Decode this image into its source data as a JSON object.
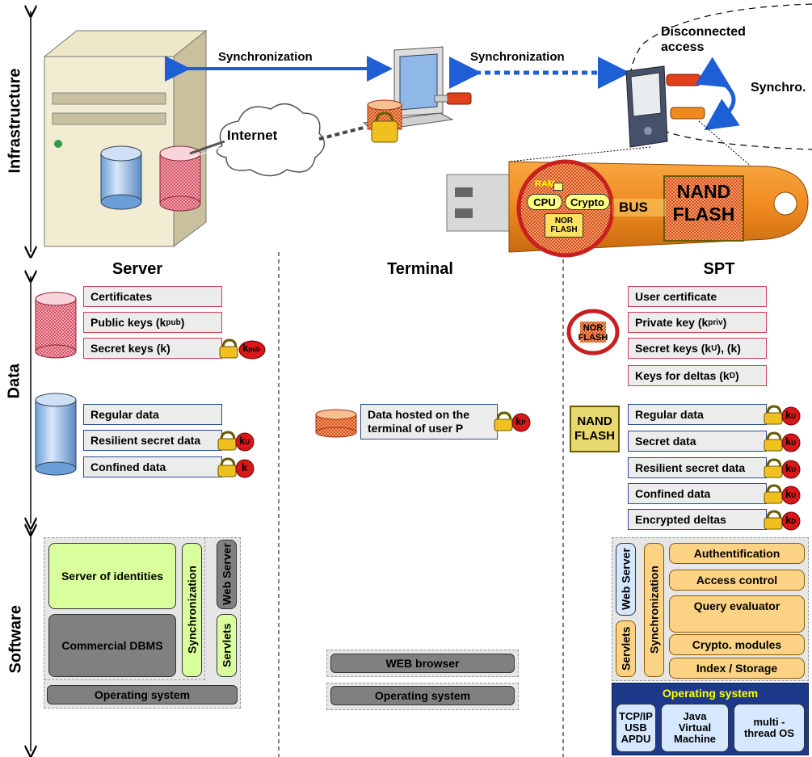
{
  "axes": {
    "infrastructure": "Infrastructure",
    "data": "Data",
    "software": "Software"
  },
  "infrastructure": {
    "sync_server_terminal": "Synchronization",
    "sync_terminal_spt": "Synchronization",
    "internet": "Internet",
    "disconnected_access": "Disconnected\naccess",
    "synchro": "Synchro.",
    "chip": {
      "ram": "RAM",
      "cpu": "CPU",
      "crypto": "Crypto",
      "nor_flash": "NOR\nFLASH",
      "bus": "BUS",
      "nand_flash": "NAND\nFLASH"
    }
  },
  "columns": {
    "server": "Server",
    "terminal": "Terminal",
    "spt": "SPT"
  },
  "server_data": {
    "certificates": "Certificates",
    "public_keys": "Public keys (k",
    "public_keys_sub": "pub",
    "public_keys_end": ")",
    "secret_keys": "Secret keys (k)",
    "secret_keys_lock_key": "k",
    "secret_keys_lock_sub": "pub",
    "regular_data": "Regular data",
    "resilient_secret_data": "Resilient secret data",
    "resilient_lock_key": "k",
    "resilient_lock_sub": "U",
    "confined_data": "Confined data",
    "confined_lock_key": "k"
  },
  "terminal_data": {
    "hosted_line1": "Data hosted on the",
    "hosted_line2": "terminal of user P",
    "lock_key": "k",
    "lock_sub": "P"
  },
  "spt_data": {
    "nor_flash": "NOR\nFLASH",
    "nand_flash": "NAND\nFLASH",
    "user_certificate": "User certificate",
    "private_key": "Private key (k",
    "private_key_sub": "priv",
    "private_key_end": ")",
    "secret_keys": "Secret keys (k",
    "secret_keys_sub": "U",
    "secret_keys_end": "), (k)",
    "keys_for_deltas": "Keys for deltas (k",
    "keys_for_deltas_sub": "D",
    "keys_for_deltas_end": ")",
    "regular_data": "Regular data",
    "secret_data": "Secret data",
    "resilient_secret_data": "Resilient secret data",
    "confined_data": "Confined data",
    "encrypted_deltas": "Encrypted deltas",
    "lock_key": "k",
    "lock_sub_u": "U",
    "lock_sub_d": "D"
  },
  "server_software": {
    "server_of_identities": "Server of identities",
    "commercial_dbms": "Commercial DBMS",
    "synchronization": "Synchronization",
    "web_server": "Web Server",
    "servlets": "Servlets",
    "operating_system": "Operating system"
  },
  "terminal_software": {
    "web_browser": "WEB browser",
    "operating_system": "Operating system"
  },
  "spt_software": {
    "web_server": "Web Server",
    "servlets": "Servlets",
    "synchronization": "Synchronization",
    "authentification": "Authentification",
    "access_control": "Access control",
    "query_evaluator": "Query evaluator",
    "crypto_modules": "Crypto. modules",
    "index_storage": "Index / Storage",
    "operating_system": "Operating system",
    "tcp_ip": "TCP/IP\nUSB\nAPDU",
    "jvm": "Java\nVirtual\nMachine",
    "multithread": "multi -\nthread OS"
  },
  "colors": {
    "red_border": "#d23a52",
    "blue_border": "#2b4b8c",
    "sync_arrow": "#1f5fd6",
    "green": "#d9ff9c",
    "orange": "#fcd384",
    "os_blue": "#1d3a8a",
    "os_title": "#ffff00"
  }
}
